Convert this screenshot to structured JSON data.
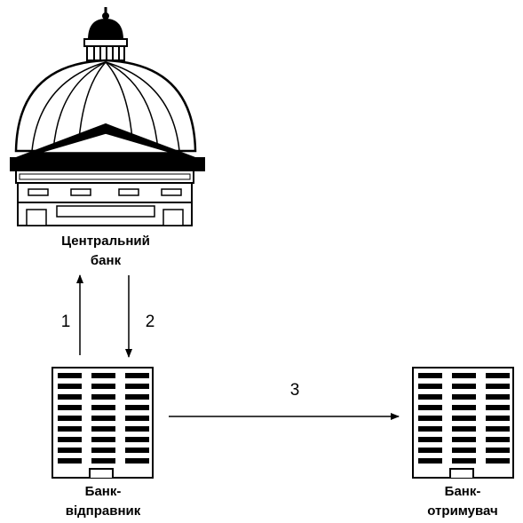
{
  "nodes": {
    "central_bank": {
      "label_line1": "Центральний",
      "label_line2": "банк"
    },
    "sender_bank": {
      "label_line1": "Банк-",
      "label_line2": "відправник"
    },
    "receiver_bank": {
      "label_line1": "Банк-",
      "label_line2": "отримувач"
    }
  },
  "arrows": {
    "a1": {
      "label": "1",
      "from": "sender_bank",
      "to": "central_bank"
    },
    "a2": {
      "label": "2",
      "from": "central_bank",
      "to": "sender_bank"
    },
    "a3": {
      "label": "3",
      "from": "sender_bank",
      "to": "receiver_bank"
    }
  },
  "colors": {
    "ink": "#000000",
    "paper": "#ffffff"
  }
}
